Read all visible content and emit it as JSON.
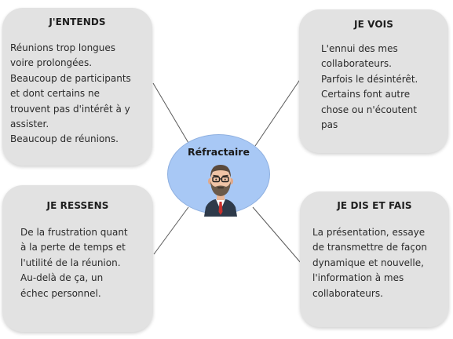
{
  "center": {
    "label": "Réfractaire",
    "fill_color": "#a8c8f5"
  },
  "cards": {
    "top_left": {
      "title": "J'ENTENDS",
      "lines": [
        "Réunions trop longues",
        "voire prolongées.",
        "Beaucoup de participants",
        "et dont certains ne",
        "trouvent pas d'intérêt à y",
        "assister.",
        "Beaucoup de réunions."
      ]
    },
    "top_right": {
      "title": "JE VOIS",
      "lines": [
        "L'ennui des mes",
        "collaborateurs.",
        "Parfois le désintérêt.",
        "Certains font autre",
        "chose ou n'écoutent",
        "pas"
      ]
    },
    "bottom_left": {
      "title": "JE RESSENS",
      "lines": [
        "De la frustration quant",
        "à la perte de temps et",
        "l'utilité de la réunion.",
        "Au-delà de ça, un",
        "échec personnel."
      ]
    },
    "bottom_right": {
      "title": "JE DIS ET FAIS",
      "lines": [
        "La présentation, essaye",
        "de transmettre de façon",
        "dynamique et nouvelle,",
        "l'information à mes",
        "collaborateurs."
      ]
    }
  },
  "colors": {
    "card_background": "#e2e2e2",
    "connector": "#5a5a5a"
  },
  "icons": {
    "avatar": "bearded-man-with-glasses-icon"
  }
}
